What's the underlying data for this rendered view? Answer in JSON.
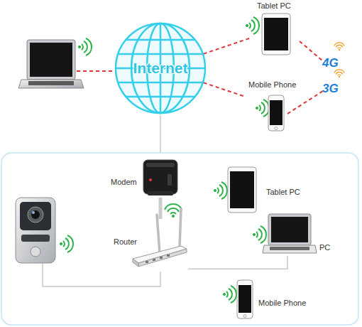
{
  "diagram": {
    "nodes": [
      {
        "text": [
          "Tablet PC"
        ]
      },
      {
        "text": [
          "Internet"
        ]
      },
      {
        "text": [
          "Mobile Phone"
        ]
      },
      {
        "text": [
          "Modem"
        ]
      },
      {
        "text": [
          "Tablet PC"
        ]
      },
      {
        "text": [
          "Router"
        ]
      },
      {
        "text": [
          "PC"
        ]
      },
      {
        "text": [
          "Mobile Phone"
        ]
      }
    ],
    "edges": [
      {
        "from": 1,
        "to": 0,
        "arrow": "none"
      },
      {
        "from": 1,
        "to": 2,
        "arrow": "none"
      },
      {
        "from": 3,
        "to": 5,
        "arrow": "none"
      },
      {
        "from": 5,
        "to": 6,
        "arrow": "none"
      }
    ],
    "labels": [
      "4G",
      "3G"
    ]
  }
}
